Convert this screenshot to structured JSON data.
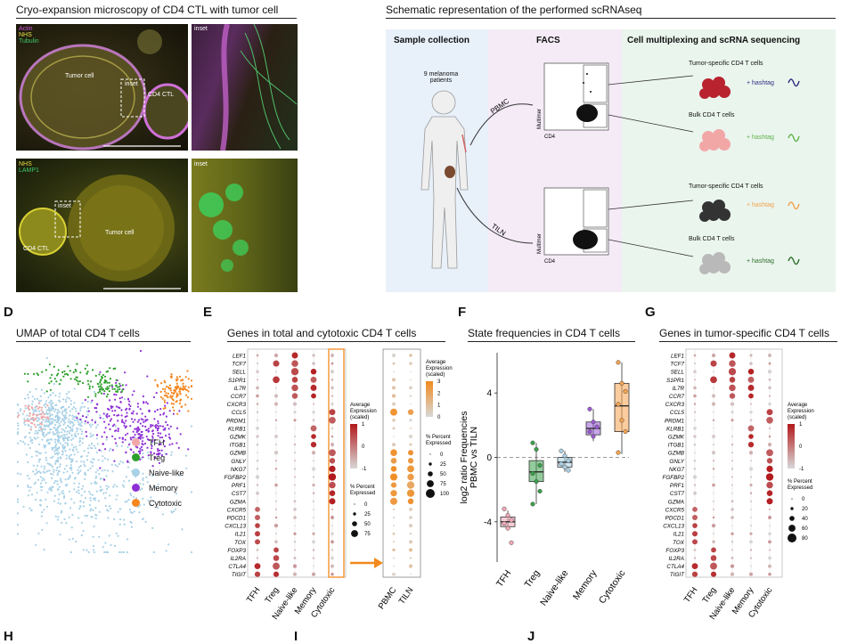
{
  "panel_a": {
    "title": "Cryo-expansion microscopy of CD4 CTL with tumor cell",
    "top": {
      "legend": [
        "Actin",
        "NHS",
        "Tubulin"
      ],
      "legend_colors": [
        "#d055d8",
        "#e8e04a",
        "#3fc86b"
      ],
      "tumor_label": "Tumor cell",
      "inset_label": "inset",
      "ctl_label": "CD4 CTL",
      "side_label": "inset"
    },
    "bottom": {
      "legend": [
        "NHS",
        "LAMP1"
      ],
      "legend_colors": [
        "#e8e04a",
        "#3fc86b"
      ],
      "tumor_label": "Tumor cell",
      "inset_label": "inset",
      "ctl_label": "CD4 CTL",
      "side_label": "inset"
    }
  },
  "panel_b": {
    "title": "Schematic representation of the performed scRNAseq",
    "col1": "Sample collection",
    "col2": "FACS",
    "col3": "Cell multiplexing and scRNA sequencing",
    "patients": "9 melanoma\npatients",
    "pbmc": "PBMC",
    "tiln": "TILN",
    "axis_y": "Multimer",
    "axis_x": "CD4",
    "tumor_specific": "Tumor-specific CD4 T cells",
    "bulk": "Bulk CD4 T cells",
    "hashtag": "+ hashtag"
  },
  "panel_d": {
    "letter": "D",
    "title": "UMAP of total CD4 T cells",
    "legend": [
      {
        "label": "TFH",
        "color": "#f2a7a7"
      },
      {
        "label": "Treg",
        "color": "#2ca02c"
      },
      {
        "label": "Naive-like",
        "color": "#a9d1e6"
      },
      {
        "label": "Memory",
        "color": "#8e30d6"
      },
      {
        "label": "Cytotoxic",
        "color": "#f4861d"
      }
    ]
  },
  "panel_e": {
    "letter": "E",
    "title": "Genes in total and cytotoxic CD4 T cells",
    "legend_avg": "Average\nExpression\n(scaled)",
    "legend_pct": "% Percent\nExpressed"
  },
  "panel_f": {
    "letter": "F",
    "title": "State frequencies in CD4 T cells",
    "chart_data": {
      "type": "box",
      "categories": [
        "TFH",
        "Treg",
        "Naive-like",
        "Memory",
        "Cytotoxic"
      ],
      "colors": [
        "#f2a7b5",
        "#3aa04a",
        "#a9d1e6",
        "#9a5bd6",
        "#f7a34e"
      ],
      "boxes": [
        {
          "q1": -4.3,
          "median": -4.0,
          "q3": -3.7,
          "whisker_low": -4.5,
          "whisker_high": -3.3,
          "points": [
            -3.2,
            -3.6,
            -3.9,
            -4.1,
            -4.4,
            -5.3
          ]
        },
        {
          "q1": -1.5,
          "median": -0.9,
          "q3": -0.2,
          "whisker_low": -2.9,
          "whisker_high": 0.9,
          "points": [
            0.9,
            0.5,
            -0.5,
            -1.0,
            -1.5,
            -2.1,
            -2.9
          ]
        },
        {
          "q1": -0.6,
          "median": -0.3,
          "q3": 0.0,
          "whisker_low": -0.9,
          "whisker_high": 0.4,
          "points": [
            0.4,
            0.1,
            -0.2,
            -0.4,
            -0.6,
            -0.8
          ]
        },
        {
          "q1": 1.4,
          "median": 1.8,
          "q3": 2.2,
          "whisker_low": 1.0,
          "whisker_high": 3.0,
          "points": [
            3.0,
            2.2,
            1.9,
            1.6,
            1.3
          ]
        },
        {
          "q1": 1.6,
          "median": 3.2,
          "q3": 4.6,
          "whisker_low": 0.2,
          "whisker_high": 5.9,
          "points": [
            5.9,
            4.6,
            4.1,
            3.3,
            2.3,
            1.6,
            0.3
          ]
        }
      ],
      "ylabel": "log2 ratio Frequencies\nPBMC vs TILN",
      "ylim": [
        -6.5,
        6.5
      ],
      "yticks": [
        -4,
        0,
        4
      ]
    }
  },
  "panel_g": {
    "letter": "G",
    "title": "Genes in tumor-specific CD4 T cells",
    "legend_avg": "Average\nExpression\n(scaled)",
    "legend_pct": "% Percent\nExpressed"
  },
  "genes": [
    "LEF1",
    "TCF7",
    "SELL",
    "S1PR1",
    "IL7R",
    "CCR7",
    "CXCR3",
    "CCL5",
    "PRDM1",
    "KLRB1",
    "GZMK",
    "ITGB1",
    "GZMB",
    "GNLY",
    "NKG7",
    "FGFBP2",
    "PRF1",
    "CST7",
    "GZMA",
    "CXCR5",
    "PDCD1",
    "CXCL13",
    "IL21",
    "TOX",
    "FOXP3",
    "IL2RA",
    "CTLA4",
    "TIGIT"
  ],
  "dot_e": {
    "categories": [
      "TFH",
      "Treg",
      "Naive-like",
      "Memory",
      "Cytotoxic"
    ],
    "colorbar": {
      "ticks": [
        "1",
        "0",
        "-1"
      ],
      "low": "#d8d8d8",
      "high": "#b2181b"
    },
    "size_ticks": [
      "0",
      "25",
      "50",
      "75"
    ]
  },
  "dot_e2": {
    "categories": [
      "PBMC",
      "TILN"
    ],
    "colorbar": {
      "ticks": [
        "3",
        "2",
        "1",
        "0"
      ],
      "low": "#d8d8d8",
      "high": "#f28a1d"
    },
    "size_ticks": [
      "0",
      "25",
      "50",
      "75",
      "100"
    ]
  },
  "dot_g": {
    "categories": [
      "TFH",
      "Treg",
      "Naive-like",
      "Memory",
      "Cytotoxic"
    ],
    "colorbar": {
      "ticks": [
        "1",
        "0",
        "-1"
      ],
      "low": "#d8d8d8",
      "high": "#b2181b"
    },
    "size_ticks": [
      "0",
      "20",
      "40",
      "60",
      "80"
    ]
  },
  "footer_letters": [
    "H",
    "I",
    "J"
  ]
}
